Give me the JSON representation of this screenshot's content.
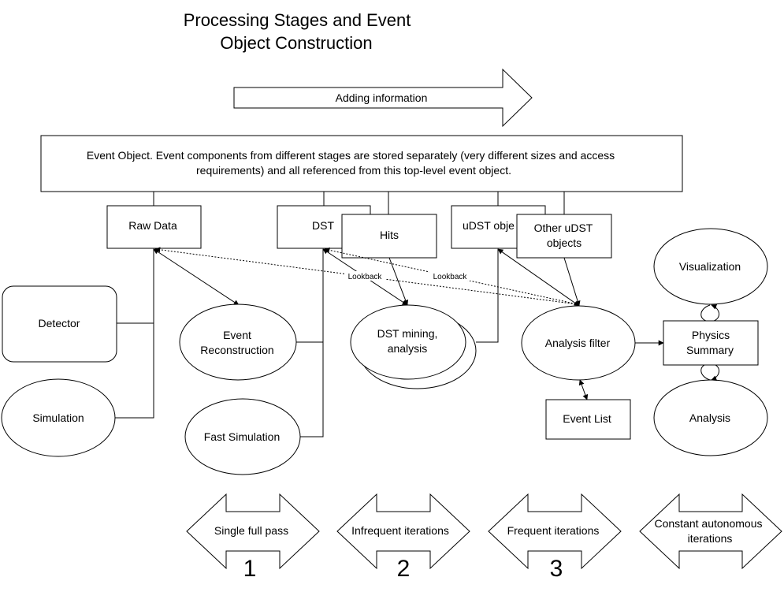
{
  "title_lines": [
    "Processing Stages and Event",
    "Object Construction"
  ],
  "adding_information": "Adding information",
  "event_object_lines": [
    "Event Object. Event components from different stages are stored separately (very different sizes and access",
    "requirements) and all referenced from this top-level event object."
  ],
  "boxes": {
    "raw_data": "Raw Data",
    "dst": "DST",
    "hits": "Hits",
    "udst": "uDST obje",
    "other_udst": [
      "Other uDST",
      "objects"
    ],
    "event_list": "Event List",
    "physics_summary": [
      "Physics",
      "Summary"
    ]
  },
  "nodes": {
    "detector": "Detector",
    "simulation": "Simulation",
    "event_reconstruction": [
      "Event",
      "Reconstruction"
    ],
    "fast_simulation": "Fast Simulation",
    "dst_mining": [
      "DST mining,",
      "analysis"
    ],
    "analysis_filter": "Analysis filter",
    "visualization": "Visualization",
    "analysis": "Analysis"
  },
  "lookback_labels": [
    "Lookback",
    "Lookback"
  ],
  "stages": [
    {
      "label": [
        "Single full pass"
      ],
      "number": "1"
    },
    {
      "label": [
        "Infrequent iterations"
      ],
      "number": "2"
    },
    {
      "label": [
        "Frequent iterations"
      ],
      "number": "3"
    },
    {
      "label": [
        "Constant autonomous",
        "iterations"
      ],
      "number": ""
    }
  ]
}
